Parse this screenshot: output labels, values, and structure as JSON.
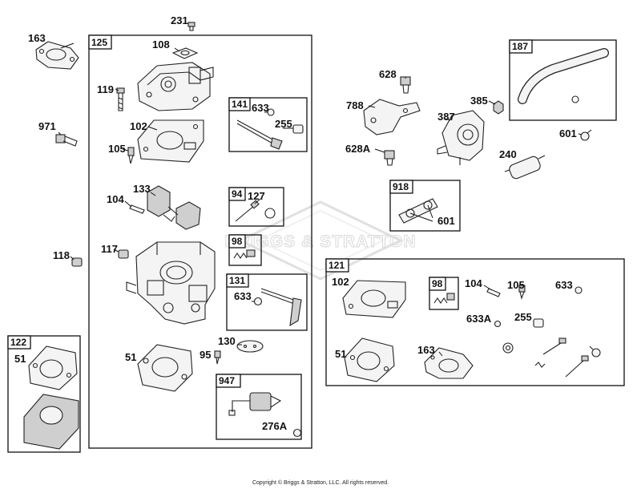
{
  "watermark": "BRIGGS & STRATTON",
  "copyright": "Copyright © Briggs & Stratton, LLC. All rights reserved.",
  "group_tags": {
    "g125": "125",
    "g141": "141",
    "g94": "94",
    "g98a": "98",
    "g131": "131",
    "g947": "947",
    "g122": "122",
    "g187": "187",
    "g918": "918",
    "g121": "121",
    "g98b": "98"
  },
  "labels": {
    "l231": "231",
    "l163a": "163",
    "l108": "108",
    "l119": "119",
    "l971": "971",
    "l102a": "102",
    "l105a": "105",
    "l633a": "633",
    "l255a": "255",
    "l133": "133",
    "l104a": "104",
    "l127": "127",
    "l118": "118",
    "l117": "117",
    "l633b": "633",
    "l51a": "51",
    "l51b": "51",
    "l95": "95",
    "l130": "130",
    "l276A": "276A",
    "l628": "628",
    "l788": "788",
    "l387": "387",
    "l385": "385",
    "l628A": "628A",
    "l240": "240",
    "l601a": "601",
    "l601b": "601",
    "l102b": "102",
    "l104b": "104",
    "l105b": "105",
    "l633c": "633",
    "l633A": "633A",
    "l255b": "255",
    "l51c": "51",
    "l163b": "163"
  }
}
